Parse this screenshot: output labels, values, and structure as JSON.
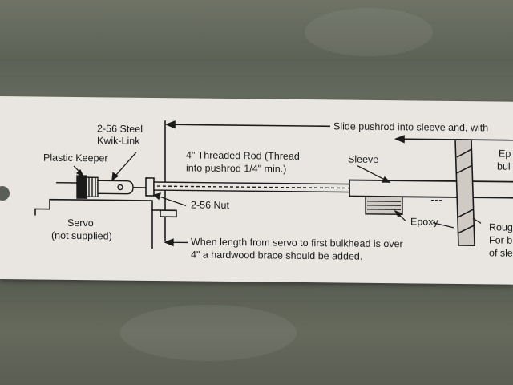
{
  "labels": {
    "slide_pushrod": "Slide pushrod into sleeve and, with",
    "steel_line1": "2-56 Steel",
    "steel_line2": "Kwik-Link",
    "plastic_keeper": "Plastic Keeper",
    "threaded_line1": "4\" Threaded Rod (Thread",
    "threaded_line2": "into pushrod 1/4\" min.)",
    "sleeve": "Sleeve",
    "ep_line1": "Ep",
    "ep_line2": "bul",
    "nut": "2-56 Nut",
    "servo_line1": "Servo",
    "servo_line2": "(not supplied)",
    "epoxy": "Epoxy",
    "rough_line1": "Roug",
    "rough_line2": "For b",
    "rough_line3": "of sle",
    "brace_line1": "When length from servo to first bulkhead is over",
    "brace_line2": "4\" a hardwood brace should be added."
  },
  "colors": {
    "ink": "#1b1b1b",
    "card": "#e9e6e1",
    "background": "#5f6459"
  }
}
